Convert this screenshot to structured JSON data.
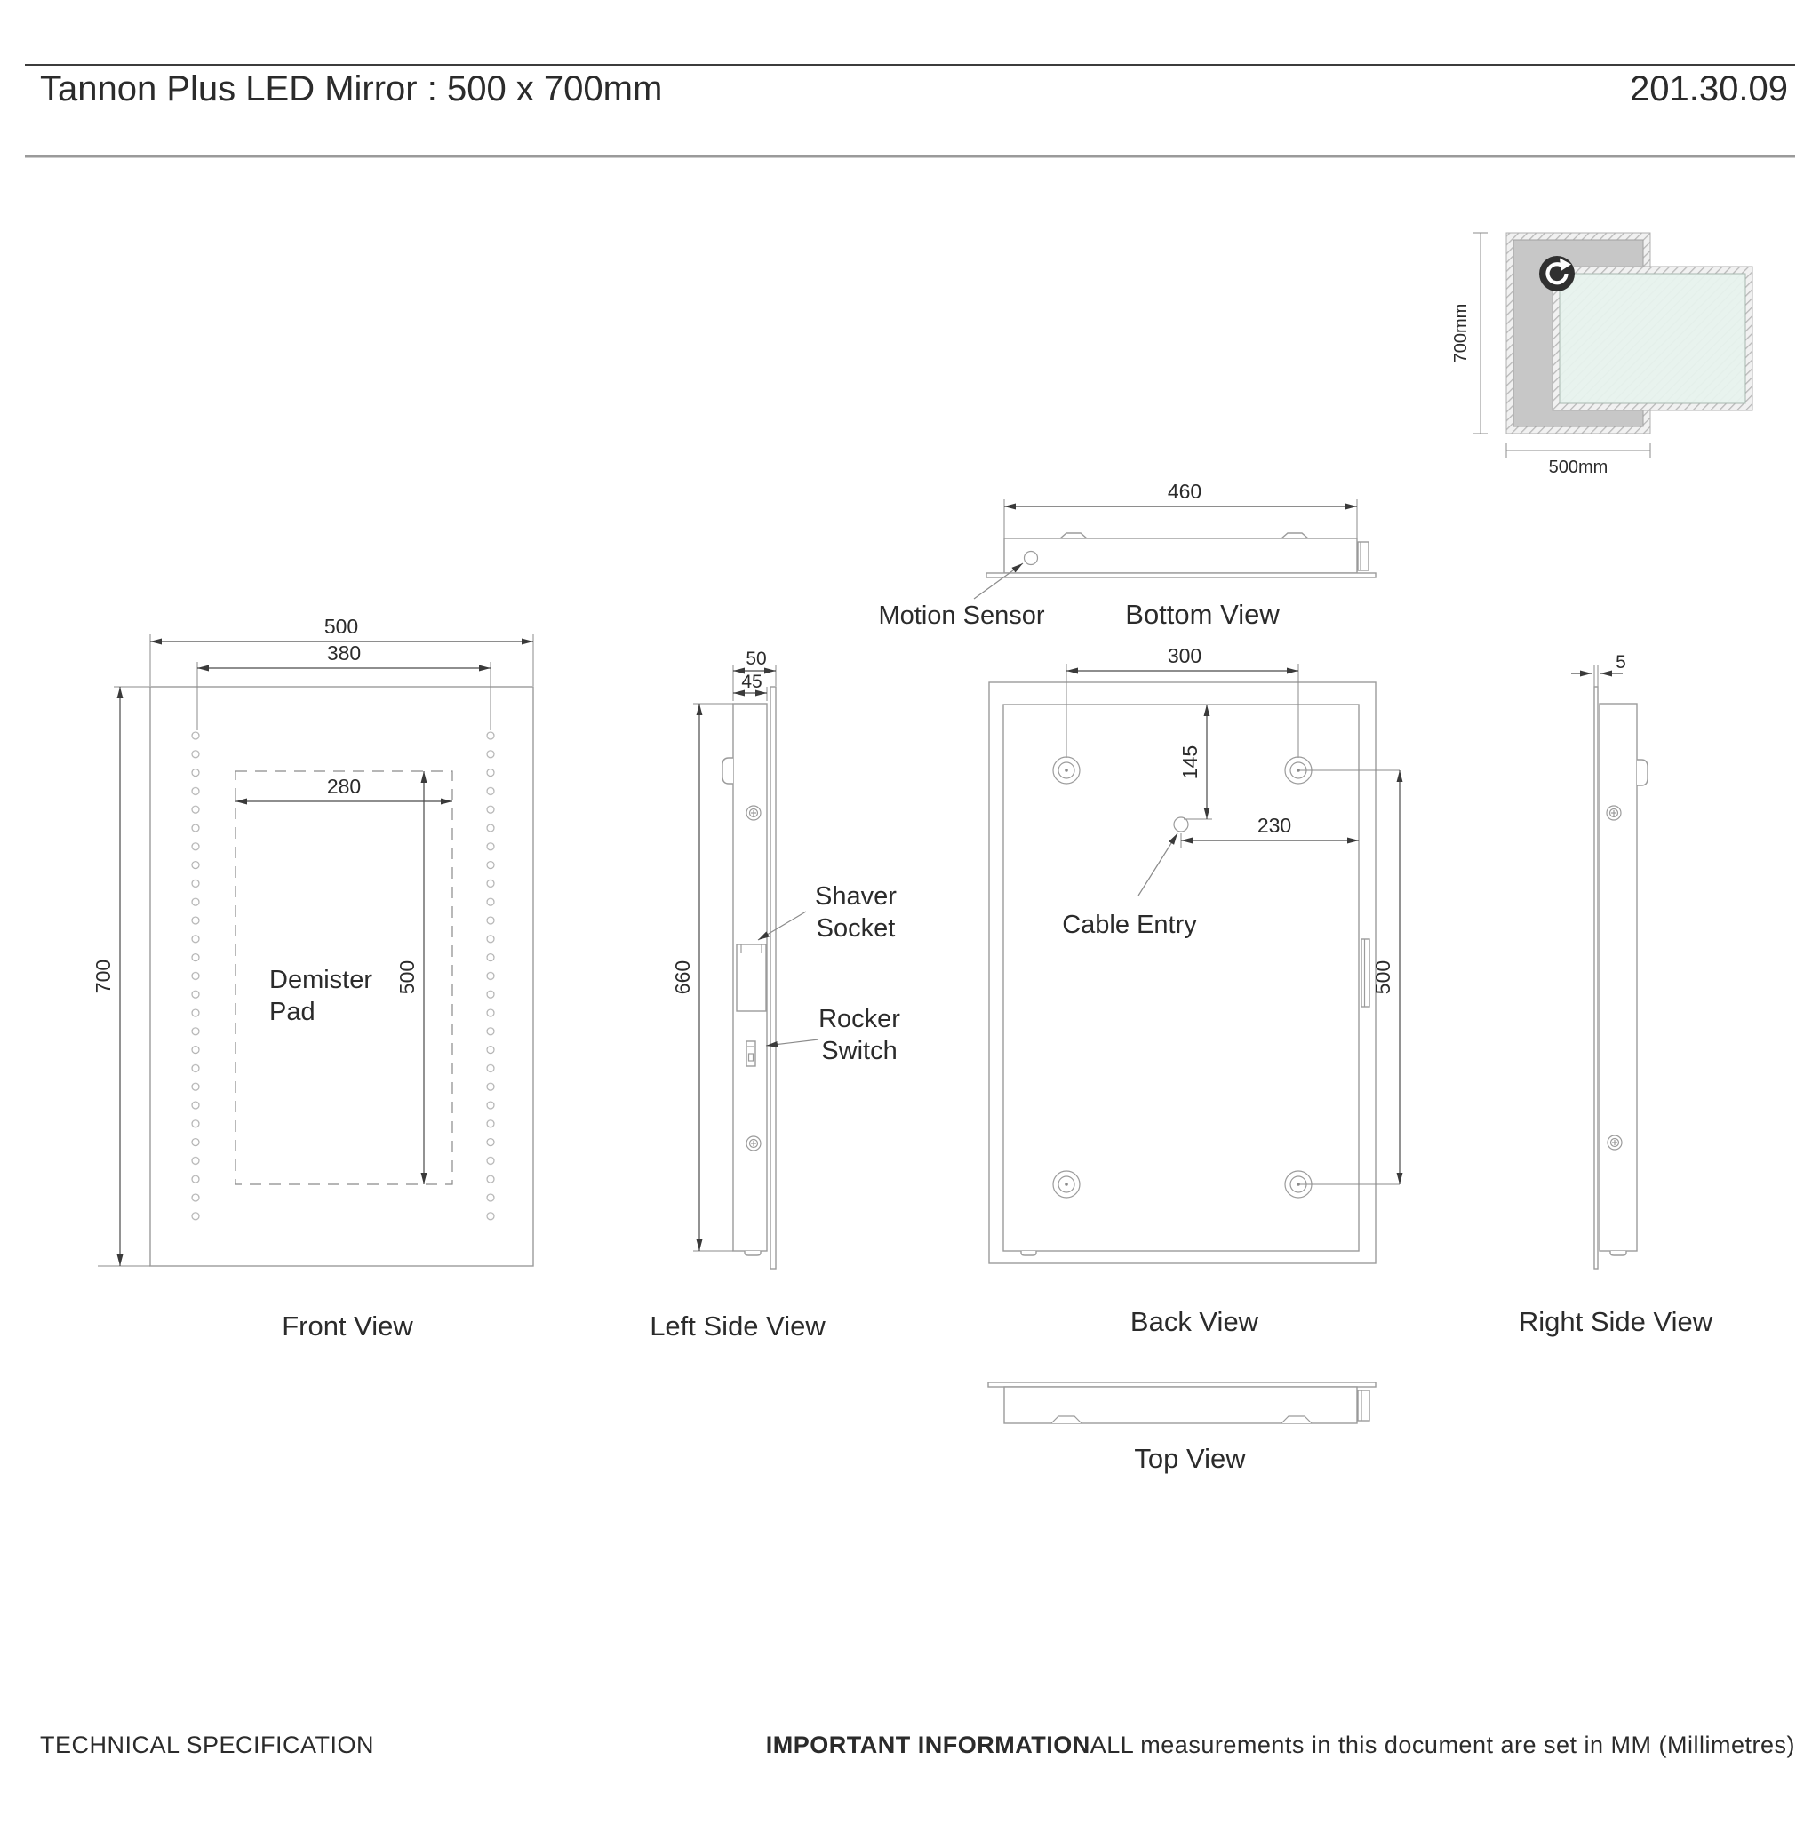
{
  "header": {
    "title": "Tannon Plus LED Mirror : 500 x 700mm",
    "doc_number": "201.30.09"
  },
  "thumbnail": {
    "height_label": "700mm",
    "width_label": "500mm",
    "rotate_icon": "rotate-clockwise-icon"
  },
  "views": {
    "bottom": {
      "caption": "Bottom View",
      "width_dim": "460",
      "sensor_label": "Motion Sensor"
    },
    "front": {
      "caption": "Front View",
      "width_dim": "500",
      "led_width_dim": "380",
      "height_dim": "700",
      "pad_width_dim": "280",
      "pad_height_dim": "500",
      "pad_label_1": "Demister",
      "pad_label_2": "Pad"
    },
    "left_side": {
      "caption": "Left Side View",
      "depth_dim": "50",
      "body_depth_dim": "45",
      "height_dim": "660",
      "shaver_label_1": "Shaver",
      "shaver_label_2": "Socket",
      "rocker_label_1": "Rocker",
      "rocker_label_2": "Switch"
    },
    "back": {
      "caption": "Back View",
      "hole_span_dim": "300",
      "cable_v_dim": "145",
      "cable_h_dim": "230",
      "hole_height_dim": "500",
      "cable_label": "Cable Entry"
    },
    "right_side": {
      "caption": "Right Side View",
      "glass_dim": "5"
    },
    "top": {
      "caption": "Top View"
    }
  },
  "footer": {
    "left": "TECHNICAL SPECIFICATION",
    "important_bold": "IMPORTANT INFORMATION",
    "important_rest": "ALL measurements in this document are set in MM (Millimetres)"
  },
  "colors": {
    "line": "#9b9b9b",
    "dim_line": "#4a4a4a",
    "text": "#2b2b2b",
    "panel_gray": "#c7c7c7",
    "panel_mint": "#e7f3ee",
    "icon_dark": "#303030"
  }
}
